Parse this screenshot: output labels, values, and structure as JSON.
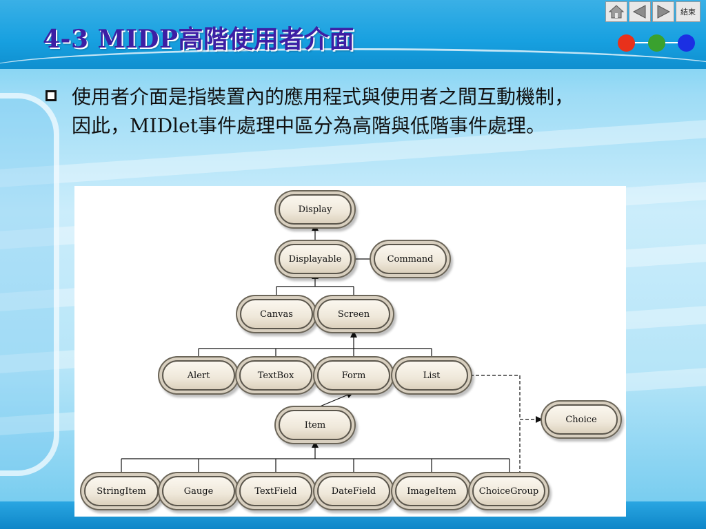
{
  "title": "4-3 MIDP高階使用者介面",
  "nav": {
    "home_icon": "home-icon",
    "prev_icon": "triangle-left-icon",
    "next_icon": "triangle-right-icon",
    "end_label": "結束"
  },
  "dots": [
    "#e8311b",
    "#3aa12e",
    "#1b2fe3"
  ],
  "bullet": {
    "line1": "使用者介面是指裝置內的應用程式與使用者之間互動機制，",
    "line2": "因此，MIDlet事件處理中區分為高階與低階事件處理。"
  },
  "diagram": {
    "nodes": {
      "display": "Display",
      "displayable": "Displayable",
      "command": "Command",
      "canvas": "Canvas",
      "screen": "Screen",
      "alert": "Alert",
      "textbox": "TextBox",
      "form": "Form",
      "list": "List",
      "choice": "Choice",
      "item": "Item",
      "stringitem": "StringItem",
      "gauge": "Gauge",
      "textfield": "TextField",
      "datefield": "DateField",
      "imageitem": "ImageItem",
      "choicegroup": "ChoiceGroup"
    }
  }
}
